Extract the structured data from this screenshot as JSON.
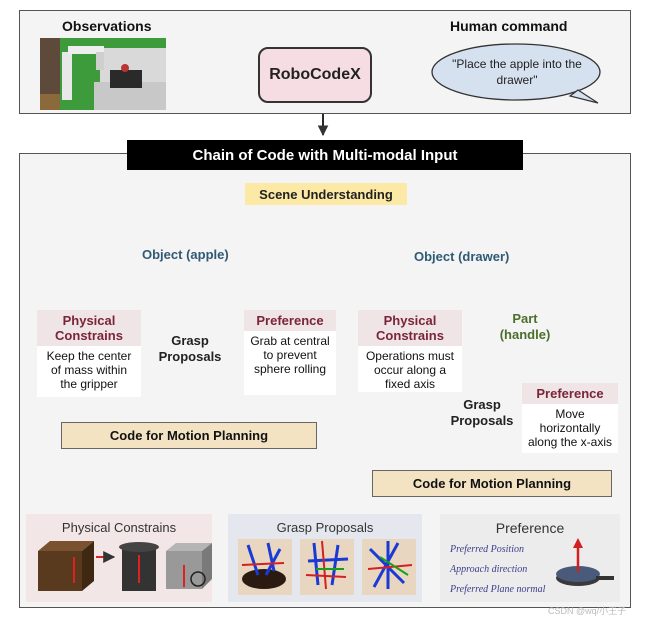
{
  "observations_label": "Observations",
  "human_command_label": "Human command",
  "command_text": "\"Place the apple into the drawer\"",
  "robocodex": "RoboCodeX",
  "chain_title": "Chain of Code with Multi-modal Input",
  "scene": "Scene Understanding",
  "object_apple": "Object (apple)",
  "object_drawer": "Object (drawer)",
  "apple": {
    "physical_title": "Physical Constrains",
    "physical_body": "Keep the center of mass within the gripper",
    "grasp": "Grasp Proposals",
    "pref_title": "Preference",
    "pref_body": "Grab at central to prevent sphere rolling",
    "code": "Code for Motion Planning"
  },
  "drawer": {
    "physical_title": "Physical Constrains",
    "physical_body": "Operations must occur along a fixed axis",
    "part": "Part (handle)",
    "grasp": "Grasp Proposals",
    "pref_title": "Preference",
    "pref_body": "Move horizontally along the x-axis",
    "code": "Code for Motion Planning"
  },
  "bottom": {
    "physical": "Physical Constrains",
    "grasp": "Grasp Proposals",
    "preference": "Preference",
    "pref_items": [
      "Preferred Position",
      "Approach direction",
      "Preferred Plane normal"
    ]
  },
  "watermark": "CSDN @wq/小王子",
  "colors": {
    "robocodex_fill": "#f5dde3",
    "scene_fill": "#fde9a6",
    "card_header": "#efe4e6",
    "code_fill": "#f3e3c3",
    "object_text": "#2f5a73",
    "part_text": "#4b6e2c"
  }
}
